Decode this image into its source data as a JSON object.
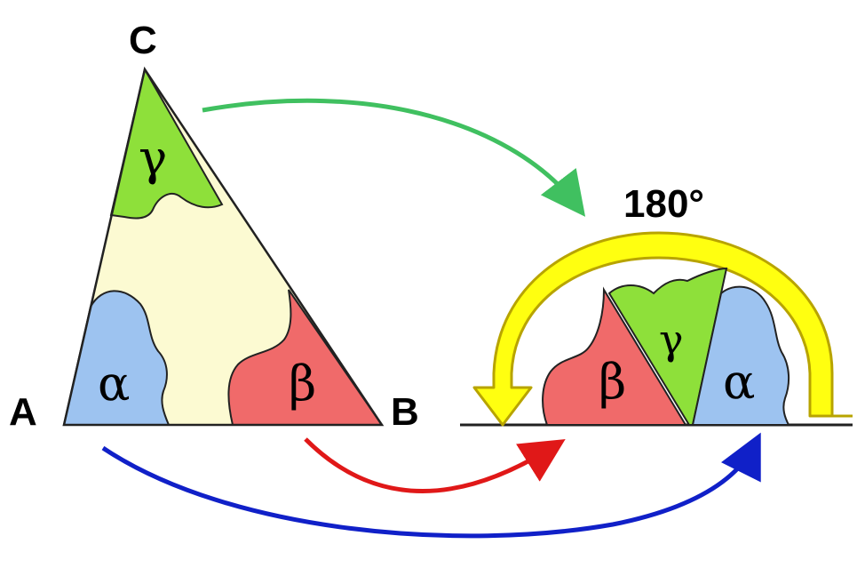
{
  "vertices": {
    "a": "A",
    "b": "B",
    "c": "C"
  },
  "angles": {
    "alpha": "α",
    "beta": "β",
    "gamma": "γ"
  },
  "sum_label": "180°",
  "colors": {
    "triangle_fill": "#FCFAD2",
    "alpha_fill": "#9DC3F0",
    "beta_fill": "#F06A6A",
    "gamma_fill": "#8EE03A",
    "arc_fill": "#FFFF10",
    "arc_stroke": "#B8A400",
    "arrow_green": "#40C060",
    "arrow_red": "#E01818",
    "arrow_blue": "#1020C8"
  }
}
